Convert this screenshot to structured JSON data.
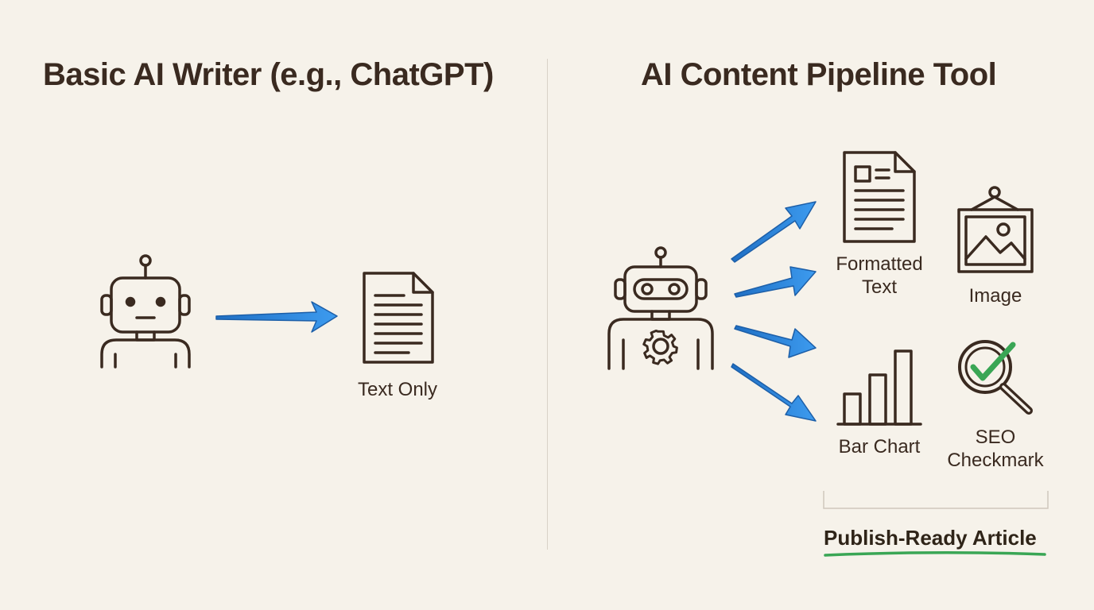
{
  "left_panel": {
    "title": "Basic AI Writer (e.g., ChatGPT)",
    "output_label": "Text Only"
  },
  "right_panel": {
    "title": "AI Content Pipeline Tool",
    "outputs": [
      {
        "label": "Formatted\nText",
        "icon": "formatted-document-icon"
      },
      {
        "label": "Image",
        "icon": "framed-picture-icon"
      },
      {
        "label": "Bar Chart",
        "icon": "bar-chart-icon"
      },
      {
        "label": "SEO\nCheckmark",
        "icon": "magnifier-checkmark-icon"
      }
    ],
    "result_label": "Publish-Ready Article"
  },
  "colors": {
    "ink": "#3a2a20",
    "arrow": "#2e86de",
    "check": "#3aa655",
    "underline": "#3aa655",
    "background": "#f6f2ea"
  }
}
